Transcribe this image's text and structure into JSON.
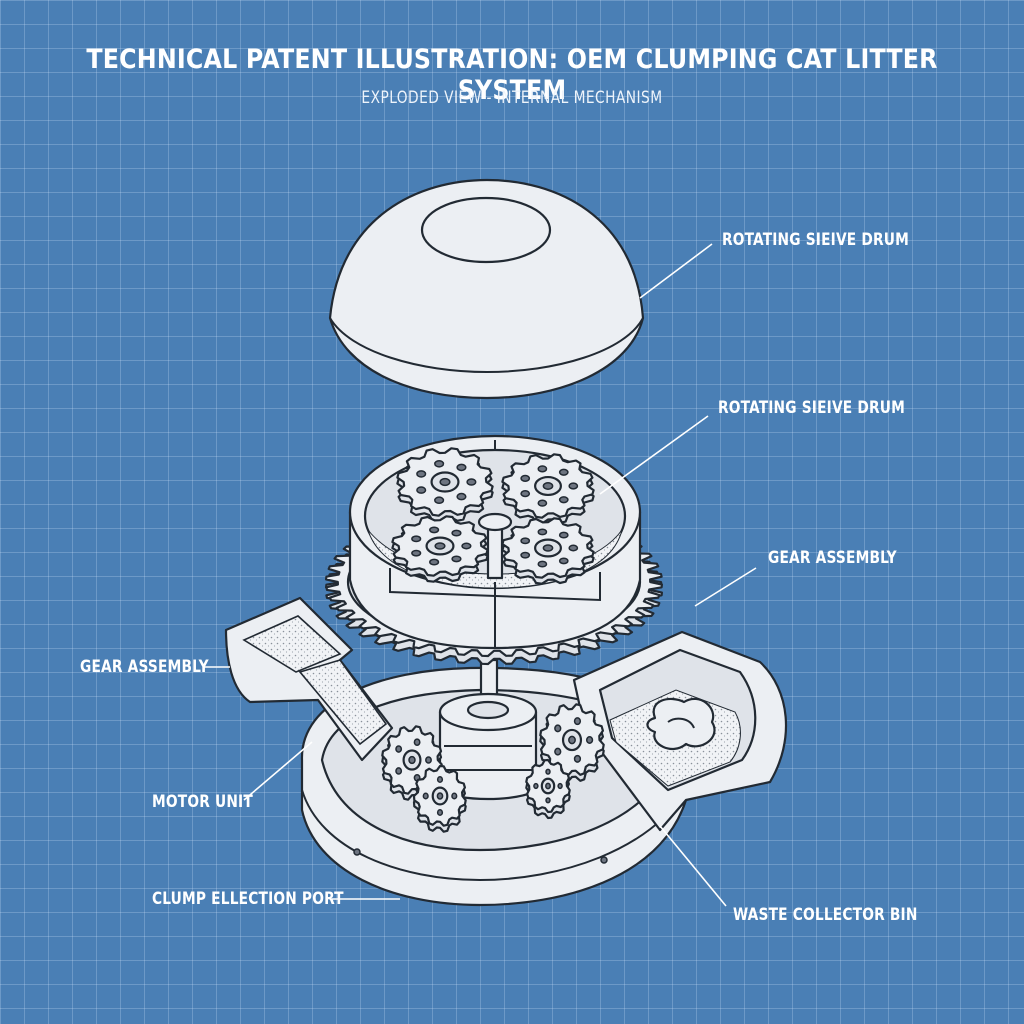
{
  "header": {
    "title": "TECHNICAL PATENT ILLUSTRATION: OEM CLUMPING CAT LITTER SYSTEM",
    "subtitle": "EXPLODED VIEW - INTERNAL MECHANISM"
  },
  "callouts": {
    "top_right_1": "ROTATING SIEIVE DRUM",
    "top_right_2": "ROTATING SIEIVE DRUM",
    "right_gear": "GEAR ASSEMBLY",
    "left_gear": "GEAR ASSEMBLY",
    "motor": "MOTOR UNIT",
    "port": "CLUMP ELLECTION PORT",
    "waste": "WASTE COLLECTOR BIN"
  },
  "colors": {
    "background": "#4a7fb5",
    "grid": "#c8dcf5",
    "part_fill": "#eceff3",
    "outline": "#222a33",
    "text": "#ffffff"
  }
}
